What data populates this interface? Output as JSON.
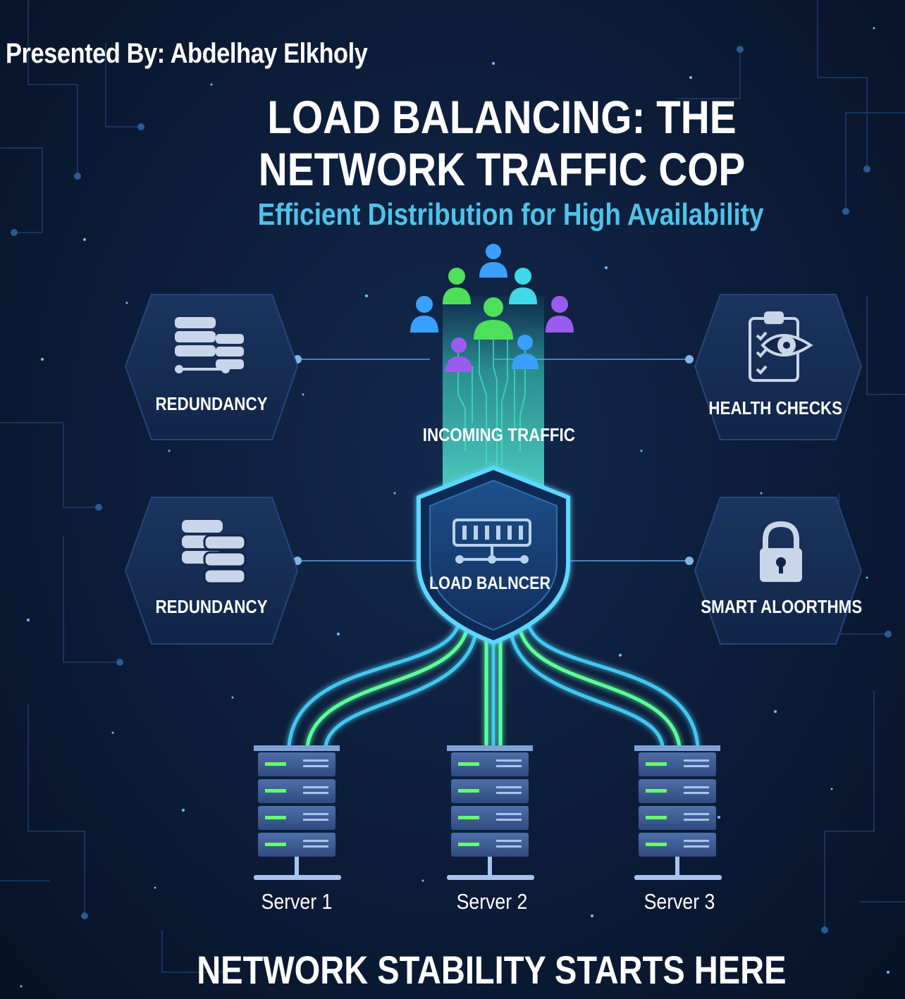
{
  "presenter": "Presented By: Abdelhay Elkholy",
  "title_line1": "LOAD BALANCING: THE",
  "title_line2": "NETWORK TRAFFIC COP",
  "subtitle": "Efficient Distribution for High Availability",
  "incoming_traffic": "INCOMING TRAFFIC",
  "load_balancer": "LOAD BALNCER",
  "features": {
    "top_left": "REDUNDANCY",
    "bottom_left": "REDUNDANCY",
    "top_right": "HEALTH CHECKS",
    "bottom_right": "SMART ALOORTHMS"
  },
  "servers": [
    "Server 1",
    "Server 2",
    "Server 3"
  ],
  "footer": "NETWORK STABILITY STARTS HERE",
  "colors": {
    "background": "#0c1c38",
    "accent_cyan": "#4fc3e8",
    "accent_green": "#5cff9c",
    "user_blue": "#3aa0ff",
    "user_green": "#4ee05a",
    "user_purple": "#9a5cf0",
    "user_cyan": "#3fd8e8"
  },
  "icons": {
    "top_left": "database-network-icon",
    "bottom_left": "database-stack-icon",
    "top_right": "clipboard-eye-icon",
    "bottom_right": "padlock-icon",
    "load_balancer": "shield-server-icon",
    "users": "user-group-icon",
    "servers": "server-rack-icon"
  }
}
